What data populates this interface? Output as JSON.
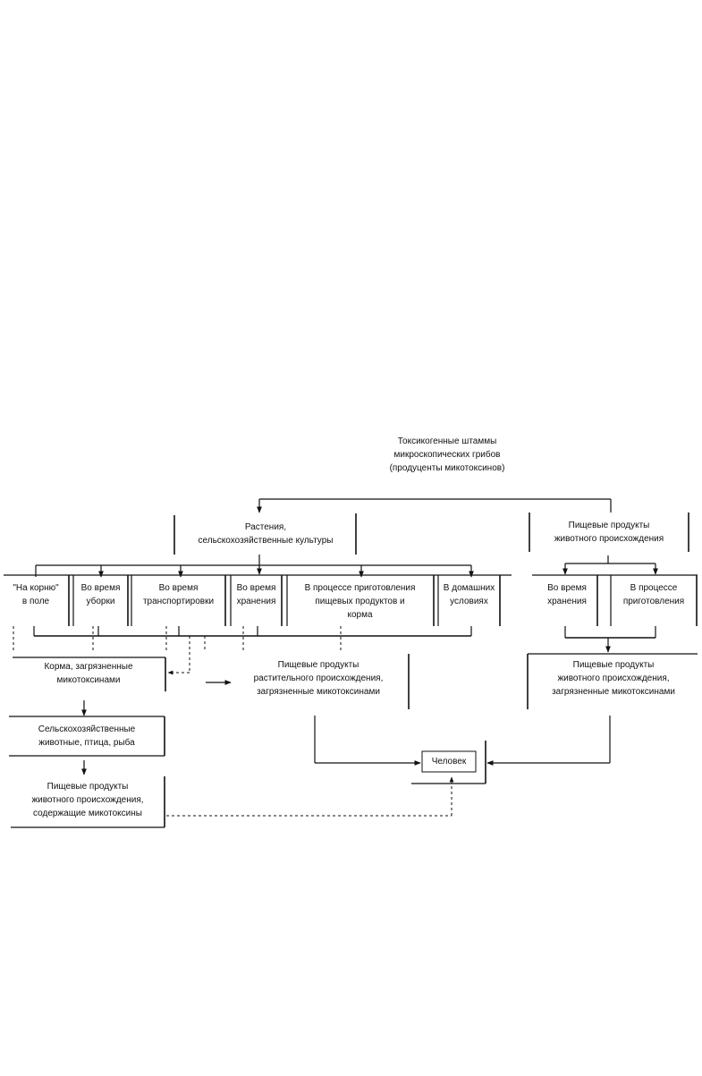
{
  "diagram": {
    "root": {
      "line1": "Токсикогенные штаммы",
      "line2": "микроскопических грибов",
      "line3": "(продуценты микотоксинов)"
    },
    "plants": {
      "line1": "Растения,",
      "line2": "сельскохозяйственные культуры"
    },
    "animal_products": {
      "line1": "Пищевые продукты",
      "line2": "животного происхождения"
    },
    "plant_stages": [
      {
        "line1": "\"На корню\"",
        "line2": "в поле"
      },
      {
        "line1": "Во время",
        "line2": "уборки"
      },
      {
        "line1": "Во время",
        "line2": "транспортировки"
      },
      {
        "line1": "Во время",
        "line2": "хранения"
      },
      {
        "line1": "В процессе приготовления",
        "line2": "пищевых продуктов и",
        "line3": "корма"
      },
      {
        "line1": "В домашних",
        "line2": "условиях"
      }
    ],
    "animal_stages": [
      {
        "line1": "Во время",
        "line2": "хранения"
      },
      {
        "line1": "В процессе",
        "line2": "приготовления"
      }
    ],
    "feed": {
      "line1": "Корма, загрязненные",
      "line2": "микотоксинами"
    },
    "farm_animals": {
      "line1": "Сельскохозяйственные",
      "line2": "животные, птица, рыба"
    },
    "animal_food_with_toxins": {
      "line1": "Пищевые продукты",
      "line2": "животного происхождения,",
      "line3": "содержащие микотоксины"
    },
    "plant_food_contaminated": {
      "line1": "Пищевые продукты",
      "line2": "растительного происхождения,",
      "line3": "загрязненные микотоксинами"
    },
    "animal_food_contaminated": {
      "line1": "Пищевые продукты",
      "line2": "животного происхождения,",
      "line3": "загрязненные микотоксинами"
    },
    "human": "Человек"
  },
  "colors": {
    "ink": "#111111",
    "background": "#ffffff"
  }
}
